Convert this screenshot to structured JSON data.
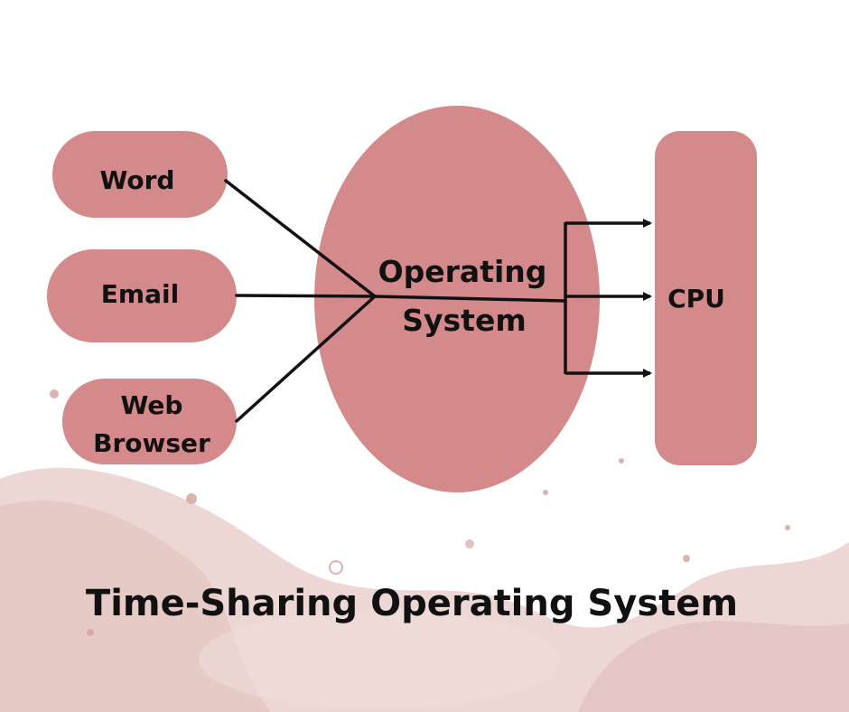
{
  "diagram": {
    "apps": [
      {
        "id": "word",
        "lines": [
          "Word"
        ]
      },
      {
        "id": "email",
        "lines": [
          "Email"
        ]
      },
      {
        "id": "web-browser",
        "lines": [
          "Web",
          "Browser"
        ]
      }
    ],
    "os": {
      "lines": [
        "Operating",
        "System"
      ]
    },
    "cpu": {
      "label": "CPU"
    },
    "title": "Time-Sharing Operating System",
    "colors": {
      "node_fill": "#d48a8a",
      "line": "#111111",
      "text": "#111111",
      "wash": "#e9cfcc"
    }
  }
}
